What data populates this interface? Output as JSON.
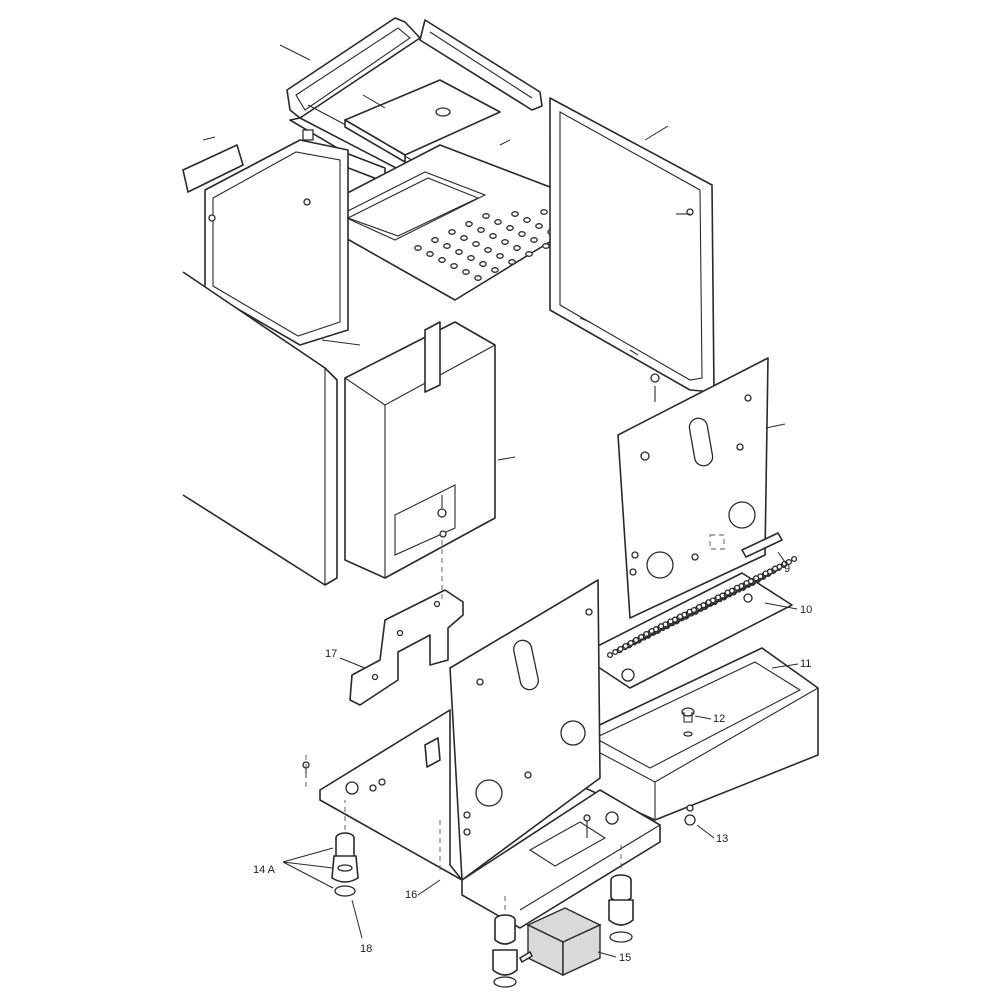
{
  "callouts": [
    {
      "id": "1",
      "text": ""
    },
    {
      "id": "2",
      "text": ""
    },
    {
      "id": "3",
      "text": ""
    },
    {
      "id": "4",
      "text": ""
    },
    {
      "id": "5",
      "text": ""
    },
    {
      "id": "6",
      "text": ""
    },
    {
      "id": "7",
      "text": ""
    },
    {
      "id": "8",
      "text": ""
    },
    {
      "id": "9",
      "text": "9"
    },
    {
      "id": "10",
      "text": "10"
    },
    {
      "id": "11",
      "text": "11"
    },
    {
      "id": "12",
      "text": "12"
    },
    {
      "id": "13",
      "text": "13"
    },
    {
      "id": "14a",
      "text": "14 A"
    },
    {
      "id": "15",
      "text": "15"
    },
    {
      "id": "16",
      "text": "16"
    },
    {
      "id": "17",
      "text": "17"
    },
    {
      "id": "18",
      "text": "18"
    }
  ],
  "colors": {
    "line": "#2a2a2a",
    "background": "#ffffff",
    "drip_tray_fill": "#d9d9d9"
  }
}
